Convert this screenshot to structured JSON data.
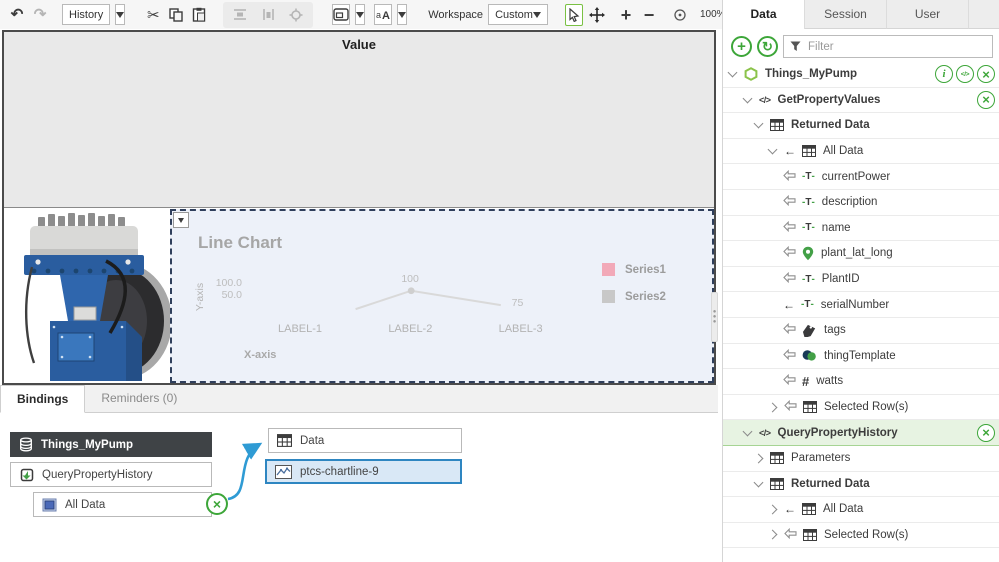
{
  "toolbar": {
    "history_label": "History",
    "workspace_label": "Workspace",
    "workspace_value": "Custom",
    "zoom_value": "100%"
  },
  "canvas": {
    "value_label": "Value"
  },
  "chart_data": {
    "type": "line",
    "title": "Line Chart",
    "xlabel": "X-axis",
    "ylabel": "Y-axis",
    "yticks": [
      "100.0",
      "50.0"
    ],
    "categories": [
      "LABEL-1",
      "LABEL-2",
      "LABEL-3"
    ],
    "category_x": [
      0.238,
      0.443,
      0.648
    ],
    "category_y": 0.657,
    "series": [
      {
        "name": "Series1",
        "color": "#f2a9b8"
      },
      {
        "name": "Series2",
        "color": "#c8c8c8"
      }
    ],
    "legend_position": "right",
    "grid": false,
    "line_color": "#d9d9d9",
    "preview_line": {
      "points": [
        [
          0.34,
          0.577
        ],
        [
          0.443,
          0.469
        ],
        [
          0.609,
          0.554
        ]
      ],
      "dot_index": 1,
      "labels": [
        {
          "text": "100",
          "x": 0.443,
          "y": 0.469,
          "dx": -9,
          "dy": -18
        },
        {
          "text": "75",
          "x": 0.609,
          "y": 0.554,
          "dx": 12,
          "dy": -9
        }
      ]
    }
  },
  "bindings_panel": {
    "tabs": [
      "Bindings",
      "Reminders (0)"
    ],
    "source_thing": "Things_MyPump",
    "source_service": "QueryPropertyHistory",
    "source_data": "All Data",
    "target_property": "Data",
    "target_widget": "ptcs-chartline-9"
  },
  "data_panel": {
    "tabs": [
      "Data",
      "Session",
      "User"
    ],
    "active_tab": "Data",
    "filter_placeholder": "Filter",
    "tree": [
      {
        "label": "Things_MyPump",
        "level": 0,
        "expander": "down",
        "icon": "hexagon",
        "bold": true,
        "actions": [
          "info",
          "codec",
          "close"
        ]
      },
      {
        "label": "GetPropertyValues",
        "level": 1,
        "expander": "down",
        "icon": "code",
        "bold": true,
        "actions": [
          "close"
        ]
      },
      {
        "label": "Returned Data",
        "level": 2,
        "expander": "down",
        "icon": "table",
        "bold": true
      },
      {
        "label": "All Data",
        "level": 3,
        "expander": "down",
        "arrow": "solid",
        "icon": "table"
      },
      {
        "label": "currentPower",
        "level": 4,
        "arrow": "hollow",
        "icon": "text"
      },
      {
        "label": "description",
        "level": 4,
        "arrow": "hollow",
        "icon": "text"
      },
      {
        "label": "name",
        "level": 4,
        "arrow": "hollow",
        "icon": "text"
      },
      {
        "label": "plant_lat_long",
        "level": 4,
        "arrow": "hollow",
        "icon": "pin"
      },
      {
        "label": "PlantID",
        "level": 4,
        "arrow": "hollow",
        "icon": "text"
      },
      {
        "label": "serialNumber",
        "level": 4,
        "arrow": "solid",
        "icon": "text"
      },
      {
        "label": "tags",
        "level": 4,
        "arrow": "hollow",
        "icon": "tag"
      },
      {
        "label": "thingTemplate",
        "level": 4,
        "arrow": "hollow",
        "icon": "template"
      },
      {
        "label": "watts",
        "level": 4,
        "arrow": "hollow",
        "icon": "hash"
      },
      {
        "label": "Selected Row(s)",
        "level": 3,
        "expander": "right",
        "arrow": "hollow",
        "icon": "table"
      },
      {
        "label": "QueryPropertyHistory",
        "level": 1,
        "expander": "down",
        "icon": "code",
        "bold": true,
        "highlight": true,
        "actions": [
          "close"
        ]
      },
      {
        "label": "Parameters",
        "level": 2,
        "expander": "right",
        "icon": "table"
      },
      {
        "label": "Returned Data",
        "level": 2,
        "expander": "down",
        "icon": "table",
        "bold": true
      },
      {
        "label": "All Data",
        "level": 3,
        "expander": "right",
        "arrow": "solid",
        "icon": "table"
      },
      {
        "label": "Selected Row(s)",
        "level": 3,
        "expander": "right",
        "arrow": "hollow",
        "icon": "table"
      }
    ]
  }
}
